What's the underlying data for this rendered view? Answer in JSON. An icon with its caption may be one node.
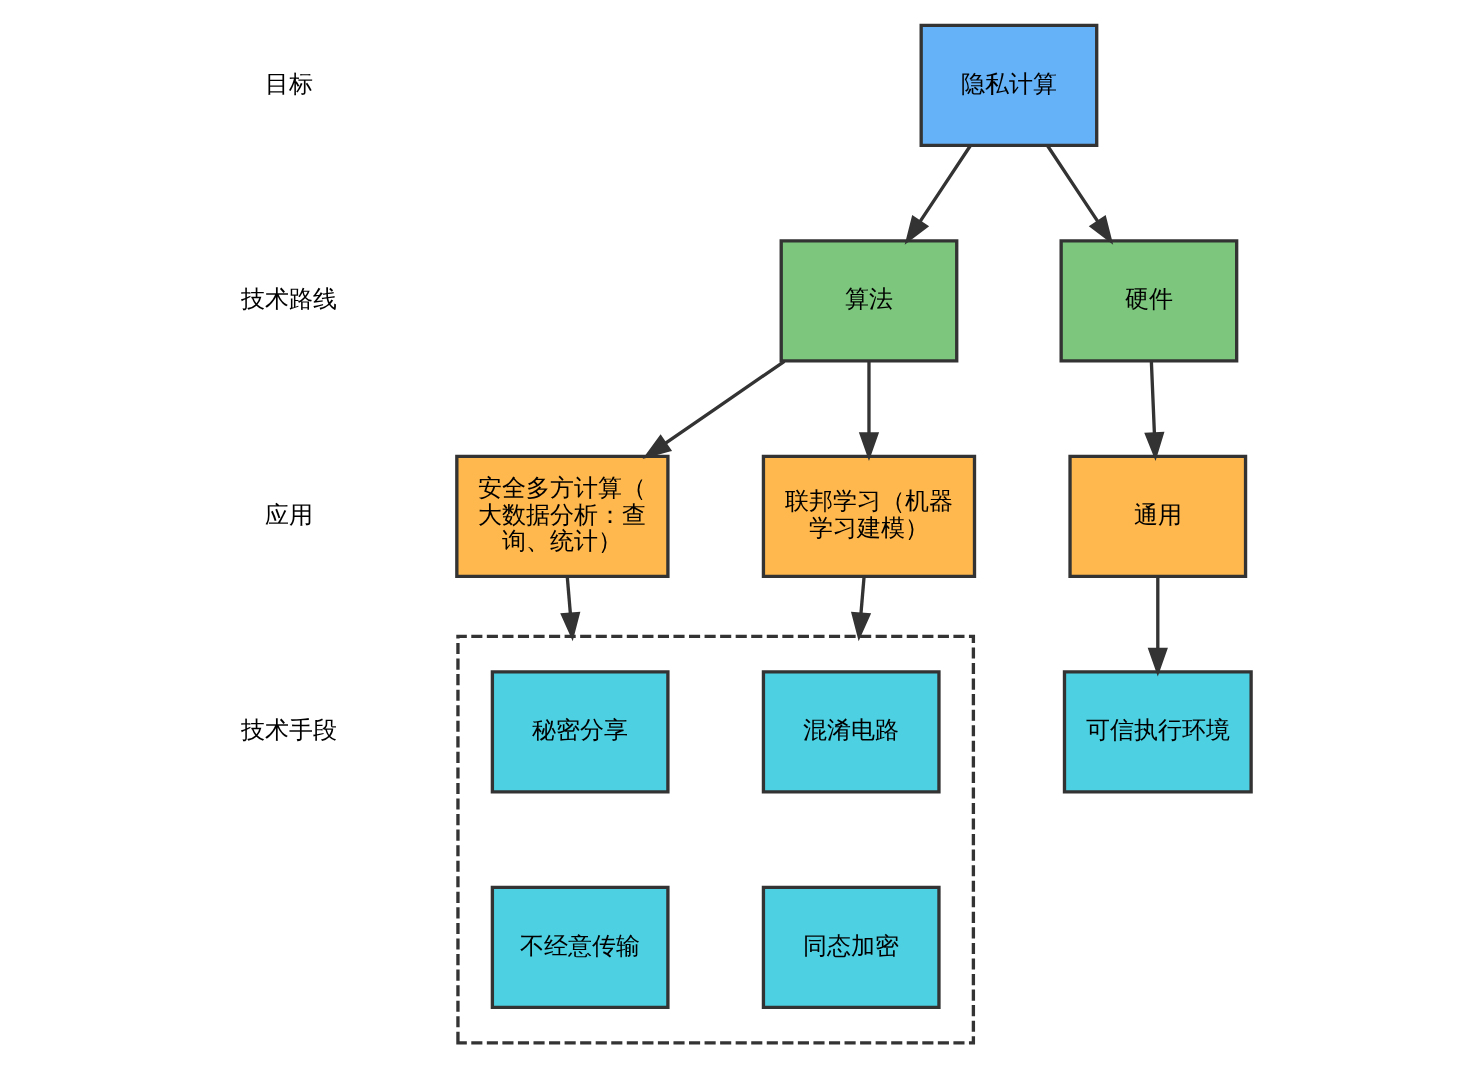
{
  "diagram": {
    "nodes": [
      {
        "text": [
          "隐私计算"
        ]
      },
      {
        "text": [
          "算法"
        ]
      },
      {
        "text": [
          "硬件"
        ]
      },
      {
        "text": [
          "安全多方计算（大数据分析：查询、统计）"
        ]
      },
      {
        "text": [
          "联邦学习（机器学习建模）"
        ]
      },
      {
        "text": [
          "通用"
        ]
      },
      {
        "text": [],
        "shape": "box"
      },
      {
        "text": [
          "秘密分享"
        ],
        "in": 6
      },
      {
        "text": [
          "混淆电路"
        ],
        "in": 6
      },
      {
        "text": [
          "不经意传输"
        ],
        "in": 6
      },
      {
        "text": [
          "同态加密"
        ],
        "in": 6
      },
      {
        "text": [
          "可信执行环境"
        ]
      }
    ],
    "edges": [
      {
        "from": 0,
        "to": 1,
        "arrow": "to"
      },
      {
        "from": 0,
        "to": 2,
        "arrow": "to"
      },
      {
        "from": 1,
        "to": 3,
        "arrow": "to"
      },
      {
        "from": 1,
        "to": 4,
        "arrow": "to"
      },
      {
        "from": 2,
        "to": 5,
        "arrow": "to"
      },
      {
        "from": 3,
        "to": 6,
        "arrow": "to"
      },
      {
        "from": 4,
        "to": 6,
        "arrow": "to"
      },
      {
        "from": 5,
        "to": 11,
        "arrow": "to"
      }
    ],
    "labels": [
      "目标",
      "技术路线",
      "应用",
      "技术手段"
    ]
  }
}
